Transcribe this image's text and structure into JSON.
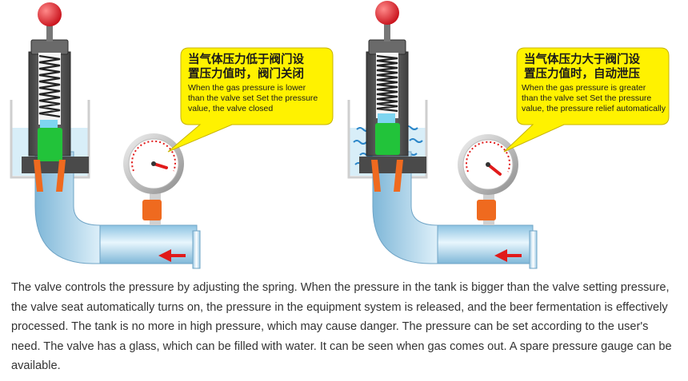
{
  "panels": [
    {
      "state": "closed",
      "callout_cn": [
        "当气体压力低于阀门设",
        "置压力值时，阀门关闭"
      ],
      "callout_en": [
        "When the gas pressure is lower",
        "than the valve set Set the pressure",
        "value, the valve closed"
      ]
    },
    {
      "state": "open",
      "callout_cn": [
        "当气体压力大于阀门设",
        "置压力值时，自动泄压"
      ],
      "callout_en": [
        "When the gas pressure is greater",
        "than the valve set Set the pressure",
        "value, the pressure relief automatically"
      ]
    }
  ],
  "caption": "The valve controls the pressure by adjusting the spring. When the pressure in the tank is bigger than the valve setting pressure, the valve seat automatically turns on, the pressure in the equipment system is released, and the beer fermentation is effectively processed. The tank is no more in high pressure, which may cause danger. The pressure can be set according to the user's need. The valve has a glass, which can be filled with water. It can be seen when gas comes out. A spare pressure gauge can be available.",
  "colors": {
    "knob": "#e8202a",
    "valve_body": "#5a5a5a",
    "seat": "#22c33a",
    "fitting": "#ef6a1f",
    "pipe": "#bfe2f5",
    "water": "#d8eef8",
    "callout": "#fff200",
    "arrow": "#e11a1a"
  }
}
